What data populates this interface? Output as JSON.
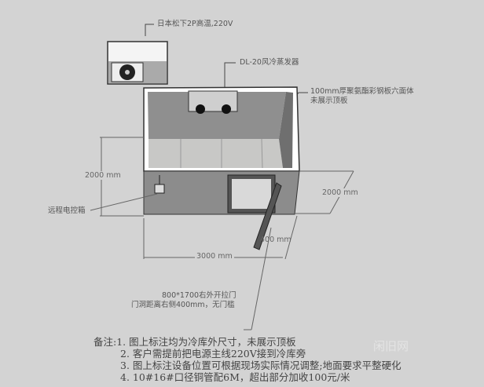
{
  "labels": {
    "condenser": "日本松下2P高温,220V",
    "evaporator": "DL-20风冷蒸发器",
    "panel_line1": "100mm厚聚氨酯彩钢板六面体",
    "panel_line2": "未展示顶板",
    "control_box": "远程电控箱",
    "door_line1": "800*1700右外开拉门",
    "door_line2": "门洞距离右侧400mm，无门槛"
  },
  "dimensions": {
    "height": "2000 mm",
    "depth": "2000 mm",
    "width": "3000 mm",
    "door_offset": "400 mm"
  },
  "notes": {
    "prefix": "备注:",
    "items": [
      "1. 图上标注均为冷库外尺寸，未展示顶板",
      "2. 客户需提前把电源主线220V接到冷库旁",
      "3. 图上标注设备位置可根据现场实际情况调整;地面要求平整硬化",
      "4. 10#16#口径铜管配6M，超出部分加收100元/米"
    ]
  },
  "watermark": "闲旧网"
}
